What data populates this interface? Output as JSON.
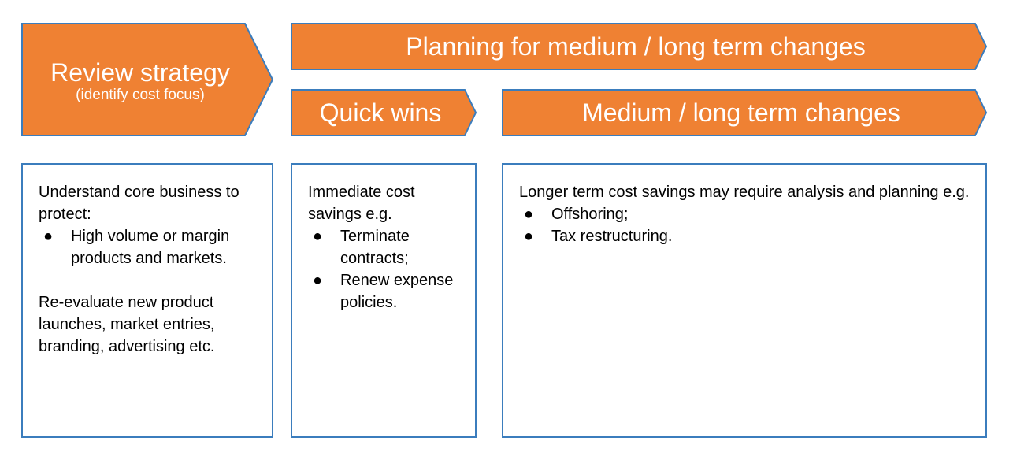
{
  "colors": {
    "arrow_fill": "#ef8133",
    "arrow_stroke": "#3b7dbd",
    "box_border": "#3b7dbd"
  },
  "arrows": {
    "review": {
      "title": "Review strategy",
      "subtitle": "(identify cost focus)"
    },
    "planning": {
      "title": "Planning for medium / long term changes"
    },
    "quick_wins": {
      "title": "Quick wins"
    },
    "medium_long": {
      "title": "Medium / long term changes"
    }
  },
  "boxes": {
    "review": {
      "intro": "Understand core business to protect:",
      "bullets": [
        "High volume or margin products and markets."
      ],
      "outro": "Re-evaluate new product launches, market entries, branding, advertising etc."
    },
    "quick_wins": {
      "intro": "Immediate cost savings e.g.",
      "bullets": [
        "Terminate contracts;",
        "Renew expense policies."
      ]
    },
    "medium_long": {
      "intro": "Longer term cost savings may require analysis and planning e.g.",
      "bullets": [
        "Offshoring;",
        "Tax restructuring."
      ]
    }
  },
  "bullet_glyph": "●"
}
